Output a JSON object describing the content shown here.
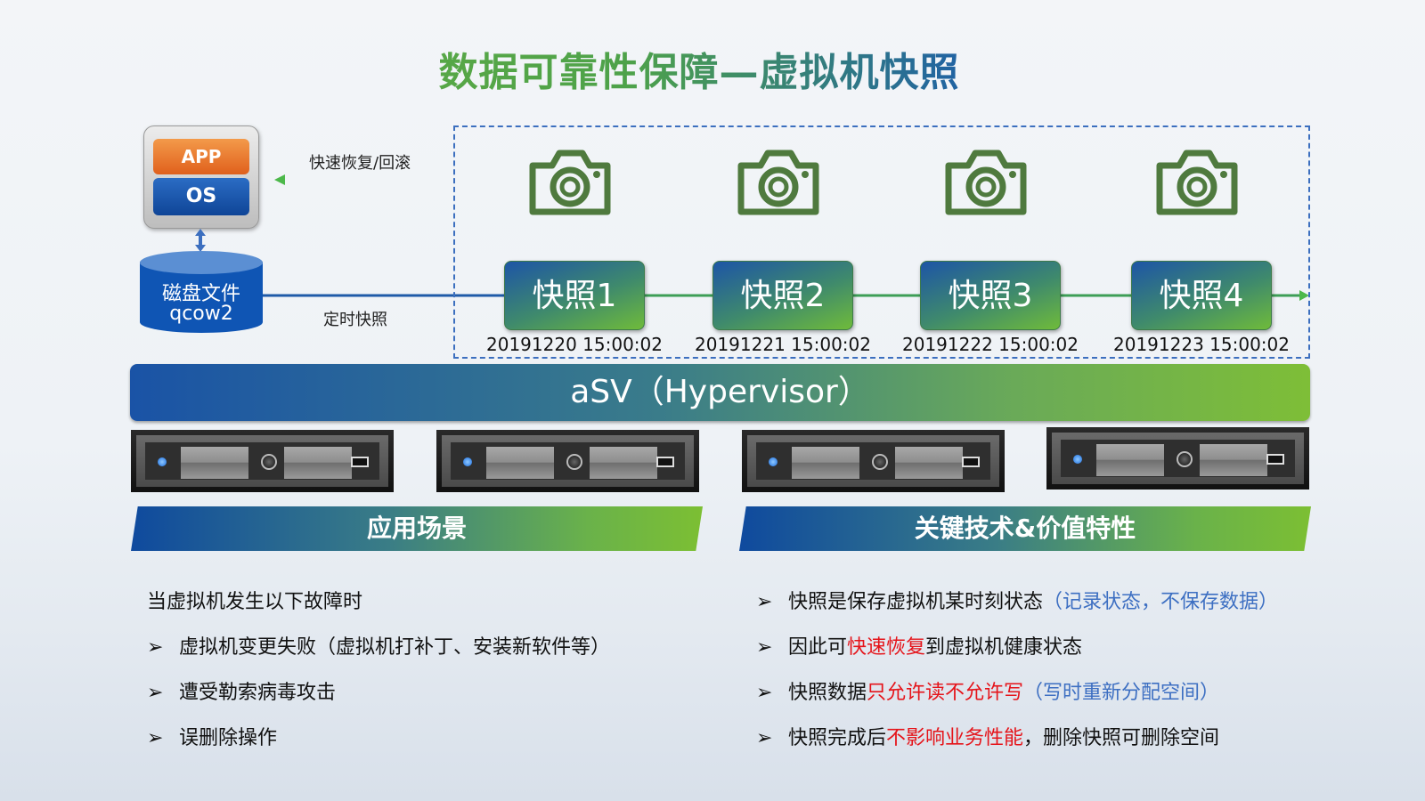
{
  "title": "数据可靠性保障—虚拟机快照",
  "vm": {
    "app": "APP",
    "os": "OS"
  },
  "disk": {
    "line1": "磁盘文件",
    "line2": "qcow2"
  },
  "arrows": {
    "restore": "快速恢复/回滚",
    "scheduled": "定时快照"
  },
  "snapshots": [
    {
      "label": "快照1",
      "time": "20191220 15:00:02"
    },
    {
      "label": "快照2",
      "time": "20191221 15:00:02"
    },
    {
      "label": "快照3",
      "time": "20191222 15:00:02"
    },
    {
      "label": "快照4",
      "time": "20191223 15:00:02"
    }
  ],
  "hypervisor": "aSV（Hypervisor）",
  "left": {
    "heading": "应用场景",
    "intro": "当虚拟机发生以下故障时",
    "items": [
      "虚拟机变更失败（虚拟机打补丁、安装新软件等）",
      "遭受勒索病毒攻击",
      "误删除操作"
    ]
  },
  "right": {
    "heading": "关键技术&价值特性",
    "items": [
      [
        {
          "t": "快照是保存虚拟机某时刻状态",
          "c": ""
        },
        {
          "t": "（记录状态，不保存数据）",
          "c": "blue"
        }
      ],
      [
        {
          "t": "因此可",
          "c": ""
        },
        {
          "t": "快速恢复",
          "c": "red"
        },
        {
          "t": "到虚拟机健康状态",
          "c": ""
        }
      ],
      [
        {
          "t": "快照数据",
          "c": ""
        },
        {
          "t": "只允许读不允许写",
          "c": "red"
        },
        {
          "t": "（写时重新分配空间）",
          "c": "blue"
        }
      ],
      [
        {
          "t": "快照完成后",
          "c": ""
        },
        {
          "t": "不影响业务性能",
          "c": "red"
        },
        {
          "t": "，删除快照可删除空间",
          "c": ""
        }
      ]
    ]
  },
  "bullet": "➢"
}
